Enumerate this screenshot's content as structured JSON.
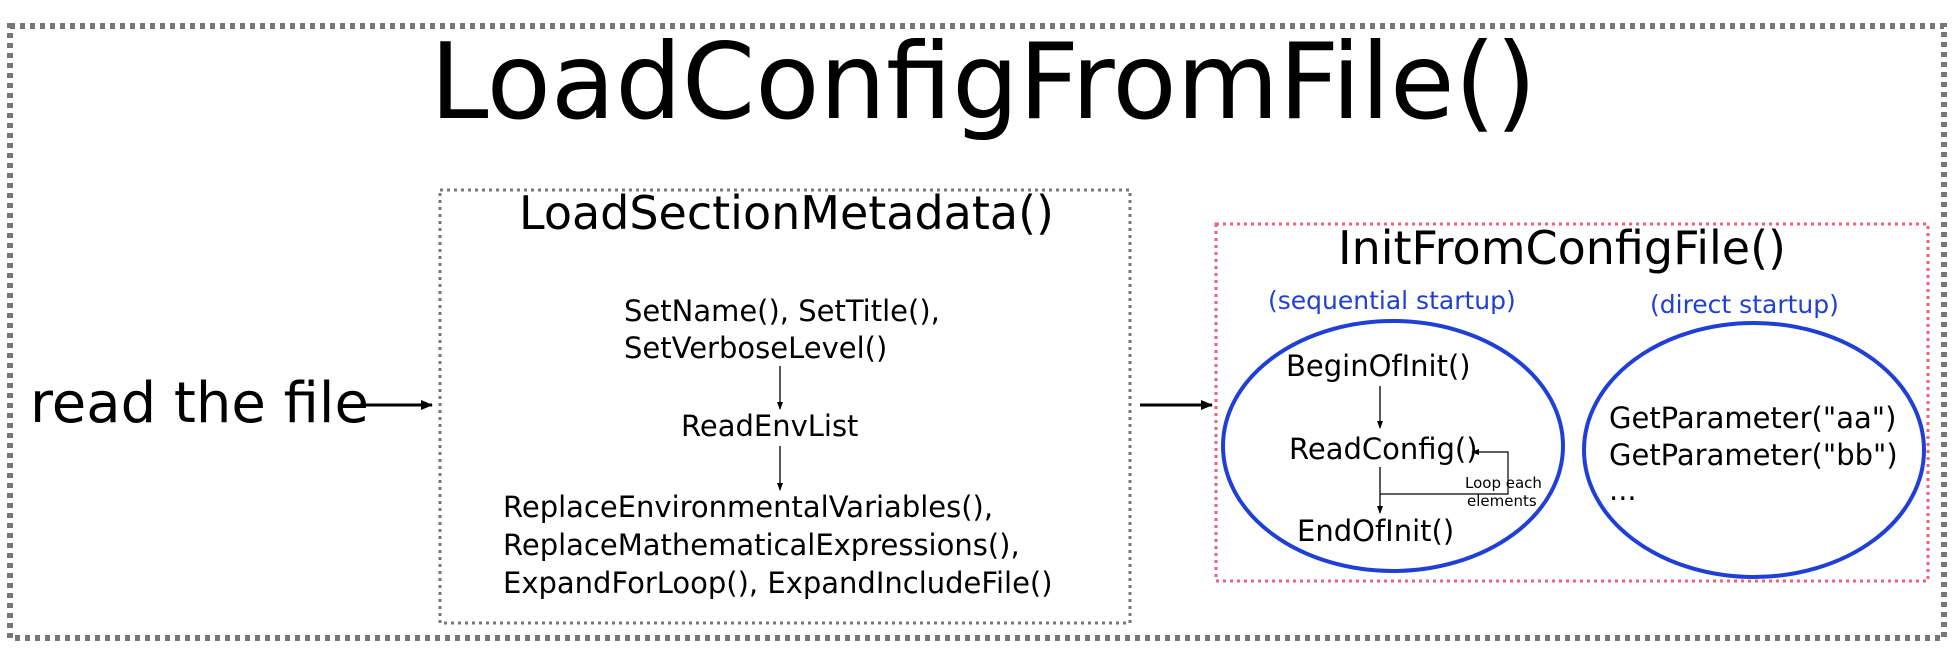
{
  "title": "LoadConfigFromFile()",
  "left_label": "read the file",
  "section_metadata": {
    "title": "LoadSectionMetadata()",
    "step1_line1": "SetName(), SetTitle(),",
    "step1_line2": "SetVerboseLevel()",
    "step2": "ReadEnvList",
    "step3_line1": "ReplaceEnvironmentalVariables(),",
    "step3_line2": "ReplaceMathematicalExpressions(),",
    "step3_line3": "ExpandForLoop(), ExpandIncludeFile()"
  },
  "init_from_config": {
    "title": "InitFromConfigFile()",
    "sequential": {
      "label": "(sequential startup)",
      "begin": "BeginOfInit()",
      "read": "ReadConfig()",
      "loop_line1": "Loop each",
      "loop_line2": "elements",
      "end": "EndOfInit()"
    },
    "direct": {
      "label": "(direct startup)",
      "line1": "GetParameter(\"aa\")",
      "line2": "GetParameter(\"bb\")",
      "line3": "..."
    }
  },
  "colors": {
    "outer_border": "#777777",
    "middle_border": "#777777",
    "init_border": "#f0607a",
    "ellipse_stroke": "#1f3fd6",
    "note_text": "#1f3fd6"
  }
}
